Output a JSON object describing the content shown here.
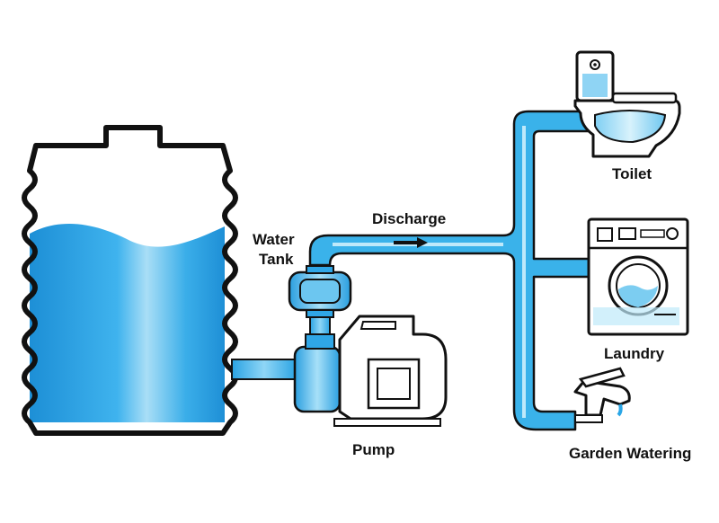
{
  "labels": {
    "tank_line1": "Water",
    "tank_line2": "Tank",
    "discharge": "Discharge",
    "pump": "Pump",
    "toilet": "Toilet",
    "laundry": "Laundry",
    "garden": "Garden Watering"
  },
  "colors": {
    "water": "#2aa6e6",
    "water_light": "#8fd4f4",
    "outline": "#111111",
    "pipe": "#39b1ea",
    "background": "#ffffff"
  },
  "flow_arrow": "arrow-right-icon"
}
